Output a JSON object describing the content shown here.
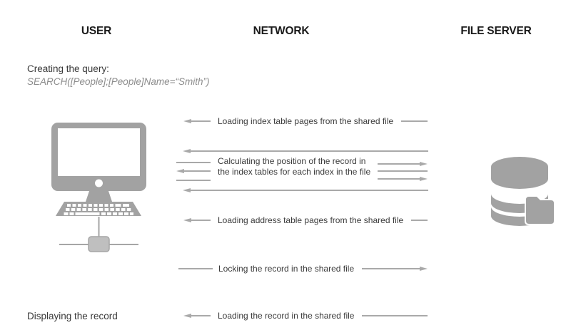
{
  "columns": [
    "USER",
    "NETWORK",
    "FILE SERVER"
  ],
  "user_notes": {
    "creating_query_label": "Creating the query:",
    "query_expression": "SEARCH([People];[People]Name=“Smith”)",
    "displaying_record_label": "Displaying the record"
  },
  "steps": [
    {
      "label": "Loading index table pages from the shared file",
      "direction": "server-to-user"
    },
    {
      "label_lines": [
        "Calculating the position of the record in",
        "the index tables for each index in the file"
      ],
      "direction": "bidirectional-multiple"
    },
    {
      "label": "Loading address table pages from the shared file",
      "direction": "server-to-user"
    },
    {
      "label": "Locking the record in the shared file",
      "direction": "user-to-server"
    },
    {
      "label": "Loading the record in the shared file",
      "direction": "server-to-user"
    }
  ],
  "icons": {
    "user": "desktop-computer-icon",
    "file_server": "database-folder-icon"
  },
  "colors": {
    "line": "#a9a9a9",
    "icon": "#a2a2a2",
    "node_fill": "#bfbfbf",
    "text": "#3a3a3a",
    "muted_text": "#8c8c8c",
    "heading": "#1a1a1a",
    "background": "#ffffff"
  }
}
